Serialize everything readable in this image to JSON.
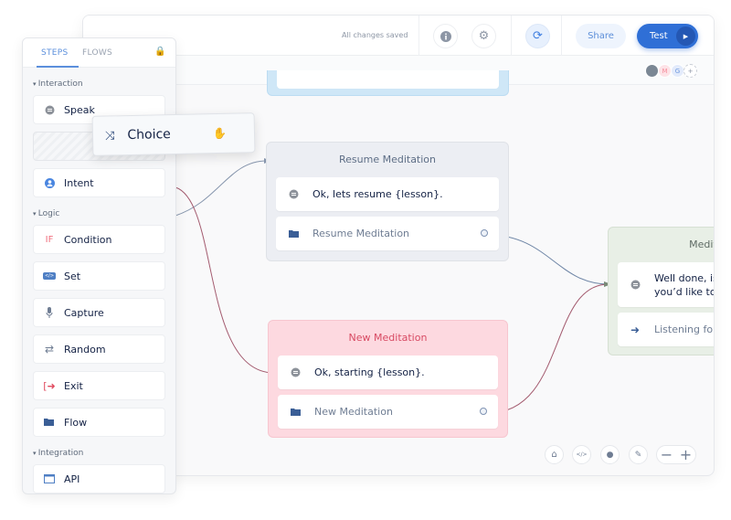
{
  "header": {
    "status": "All changes saved",
    "share_label": "Share",
    "test_label": "Test"
  },
  "collaborators": [
    {
      "initial": ""
    },
    {
      "initial": "M",
      "color": "#f58d9c"
    },
    {
      "initial": "G",
      "color": "#6c96de"
    },
    {
      "initial": "+"
    }
  ],
  "sidebar": {
    "tabs": [
      {
        "label": "STEPS",
        "active": true
      },
      {
        "label": "FLOWS",
        "active": false
      }
    ],
    "sections": [
      {
        "label": "Interaction",
        "items": [
          {
            "label": "Speak",
            "icon": "speak-icon"
          },
          {
            "label": "",
            "icon": "placeholder"
          },
          {
            "label": "Intent",
            "icon": "intent-icon"
          }
        ]
      },
      {
        "label": "Logic",
        "items": [
          {
            "label": "Condition",
            "icon": "if-icon"
          },
          {
            "label": "Set",
            "icon": "code-icon"
          },
          {
            "label": "Capture",
            "icon": "microphone-icon"
          },
          {
            "label": "Random",
            "icon": "shuffle-icon"
          },
          {
            "label": "Exit",
            "icon": "exit-icon"
          },
          {
            "label": "Flow",
            "icon": "folder-icon"
          }
        ]
      },
      {
        "label": "Integration",
        "items": [
          {
            "label": "API",
            "icon": "api-icon"
          }
        ]
      }
    ]
  },
  "dragging": {
    "label": "Choice",
    "icon": "choice-icon"
  },
  "canvas": {
    "blocks": [
      {
        "title": "Resume Meditation",
        "steps": [
          {
            "text": "Ok, lets resume {lesson}.",
            "icon": "speak-icon"
          },
          {
            "text": "Resume Meditation",
            "icon": "folder-icon"
          }
        ]
      },
      {
        "title": "New Meditation",
        "steps": [
          {
            "text": "Ok, starting {lesson}.",
            "icon": "speak-icon"
          },
          {
            "text": "New Meditation",
            "icon": "folder-icon"
          }
        ]
      },
      {
        "title": "Meditat",
        "steps": [
          {
            "text": "Well done, is",
            "text2": "you’d like to",
            "icon": "speak-icon"
          },
          {
            "text": "Listening for",
            "icon": "arrow-right-icon"
          }
        ]
      }
    ]
  },
  "colors": {
    "accent": "#2f6fd6",
    "resume_block": "#eceef3",
    "new_block": "#fdd9e0",
    "meditation_block": "#e8efe6",
    "top_block": "#cfe7f7"
  }
}
